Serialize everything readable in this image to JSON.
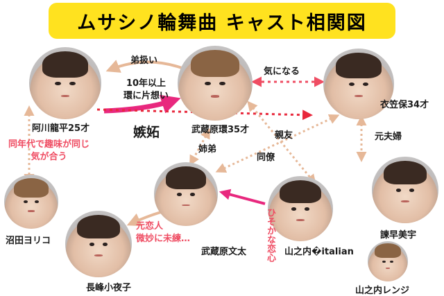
{
  "title": "ムサシノ輪舞曲 キャスト相関図",
  "people": {
    "ryuhei": "阿川龍平25才",
    "tamaki": "武蔵原環35才",
    "kinugasa": "衣笠保34才",
    "yoriko": "沼田ヨリコ",
    "bunta": "武蔵原文太",
    "akina": "山之内�italian",
    "misaki": "諫早美宇",
    "sayoko": "長峰小夜子",
    "renji": "山之内レンジ"
  },
  "relations": {
    "otoutoatsukai": "弟扱い",
    "kataomoi": "10年以上\n環に片想い",
    "shitto": "嫉妬",
    "kininaru": "気になる",
    "onaidai": "同年代で趣味が同じ\n気が合う",
    "shitei": "姉弟",
    "shinyu": "親友",
    "doryo": "同僚",
    "motofufu": "元夫婦",
    "motokoibito": "元恋人\n微妙に未練…",
    "hisokanakoi": "ひそかな恋心"
  },
  "colors": {
    "banner": "#ffe21f",
    "pink": "#ef4d63",
    "tan": "#e6b898",
    "magenta": "#e8287e"
  }
}
